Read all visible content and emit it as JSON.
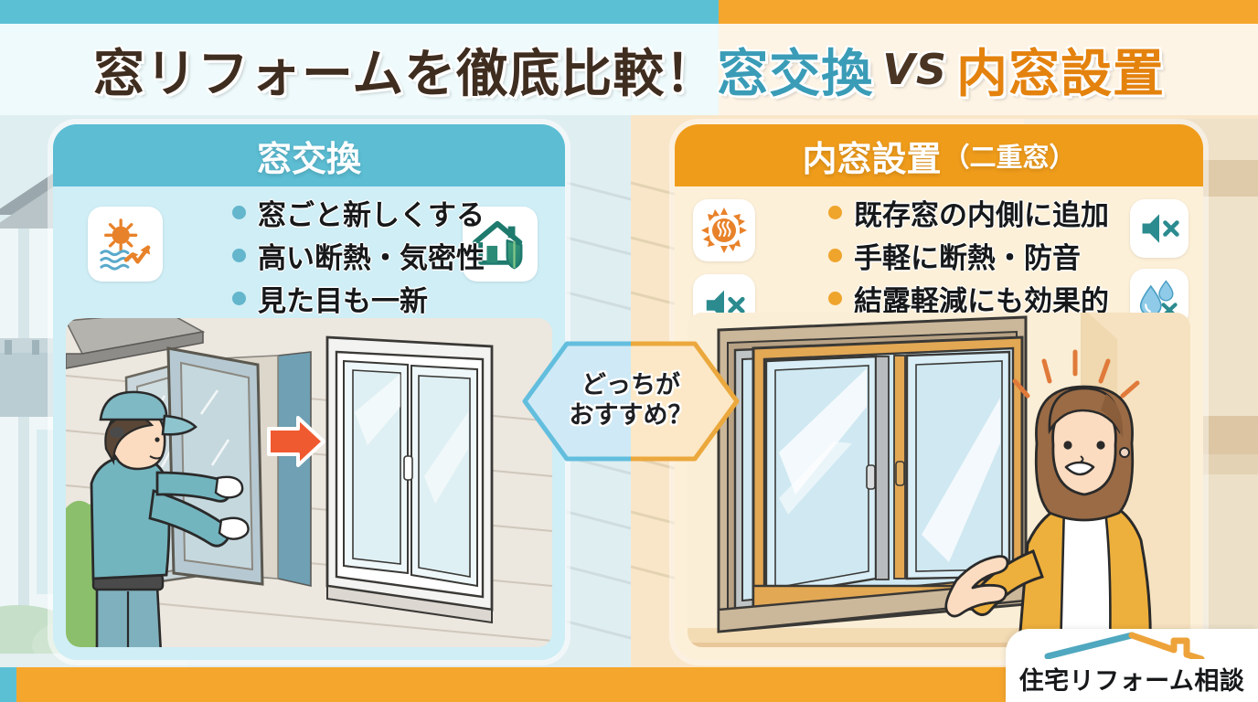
{
  "title": {
    "part1": "窓リフォームを徹底比較！",
    "part2": "窓交換",
    "vs": "VS",
    "part3": "内窓設置"
  },
  "colors": {
    "teal": "#3a9cb7",
    "teal_bar": "#5cc0d5",
    "orange": "#e4820e",
    "orange_bar": "#f5a62d",
    "card_left_bg": "#cfeef6",
    "card_right_bg": "#fdf0d8",
    "title_dark": "#3f2d20"
  },
  "left_card": {
    "heading": "窓交換",
    "bullets": [
      "窓ごと新しくする",
      "高い断熱・気密性",
      "見た目も一新"
    ],
    "icons": [
      {
        "name": "sun-heat-insulation-icon",
        "position": "left"
      },
      {
        "name": "house-shield-icon",
        "position": "right"
      }
    ]
  },
  "right_card": {
    "heading": "内窓設置",
    "heading_sub": "（二重窓）",
    "bullets": [
      "既存窓の内側に追加",
      "手軽に断熱・防音",
      "結露軽減にも効果的"
    ],
    "icons": [
      {
        "name": "sun-warm-icon",
        "position": "left-top"
      },
      {
        "name": "mute-speaker-icon",
        "position": "left-bottom"
      },
      {
        "name": "mute-speaker-icon",
        "position": "right-top"
      },
      {
        "name": "no-condensation-droplet-icon",
        "position": "right-bottom"
      }
    ]
  },
  "center_arrow": {
    "line1": "どっちが",
    "line2": "おすすめ？"
  },
  "logo": {
    "text": "住宅リフォーム相談",
    "roof_left_color": "#4fa8bf",
    "roof_right_color": "#eda33a"
  }
}
